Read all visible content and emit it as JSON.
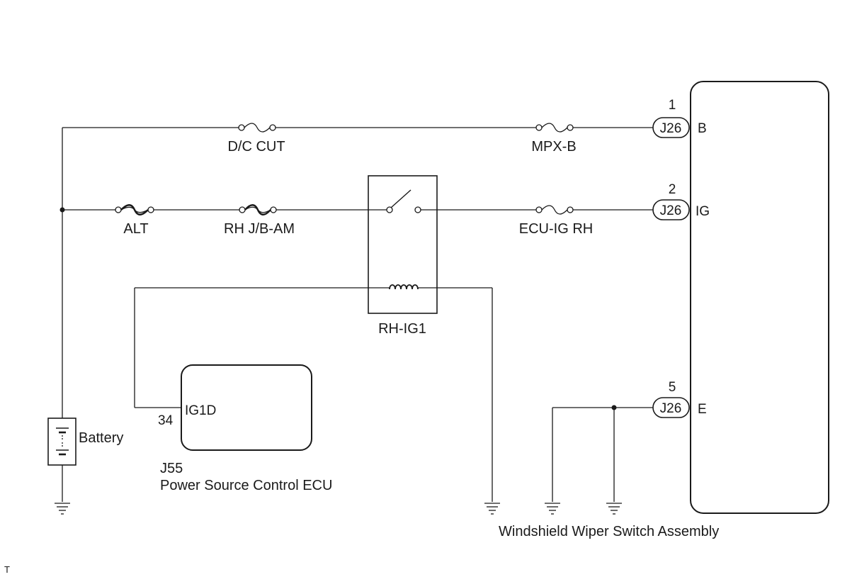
{
  "fuses": {
    "dc_cut": "D/C CUT",
    "mpx_b": "MPX-B",
    "alt": "ALT",
    "rh_jb_am": "RH J/B-AM",
    "ecu_ig_rh": "ECU-IG RH"
  },
  "relay": {
    "label": "RH-IG1"
  },
  "battery": {
    "label": "Battery"
  },
  "ecu": {
    "connector": "J55",
    "name": "Power Source Control ECU",
    "pin_number": "34",
    "pin_name": "IG1D"
  },
  "switch_assembly": {
    "name": "Windshield Wiper Switch Assembly",
    "connector": "J26",
    "pins": [
      {
        "number": "1",
        "name": "B"
      },
      {
        "number": "2",
        "name": "IG"
      },
      {
        "number": "5",
        "name": "E"
      }
    ]
  },
  "footer_mark": "T"
}
